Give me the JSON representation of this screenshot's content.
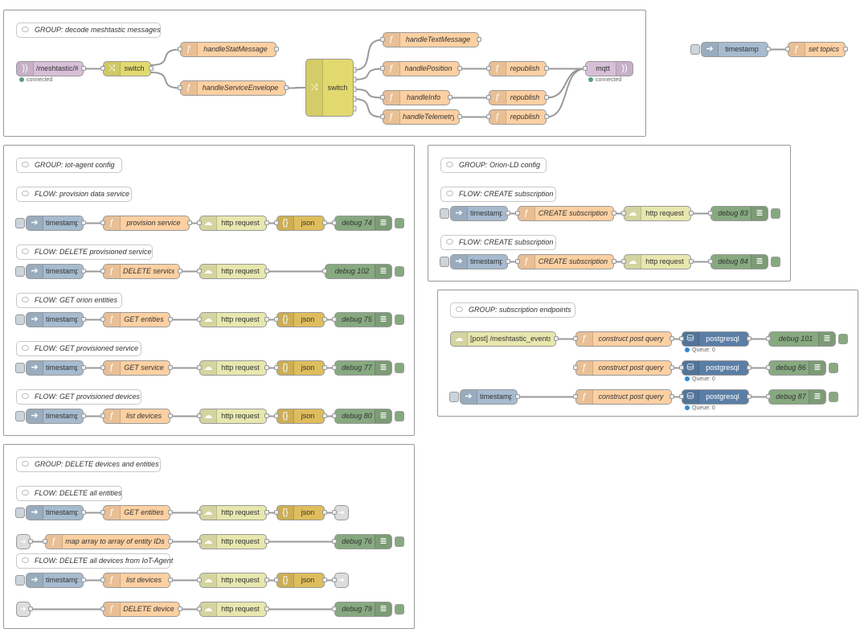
{
  "colors": {
    "function": "#fdd0a2",
    "switch": "#e2d96e",
    "inject": "#a6bbcf",
    "http": "#e7e7ae",
    "json": "#debd5c",
    "debug": "#87a980",
    "mqtt": "#d8bfd8",
    "postgres": "#5a7ea6",
    "link": "#dddddd",
    "connected": "#5a9e8a",
    "queue": "#2b8ad6"
  },
  "comments": {
    "c1": "GROUP: decode meshtastic messages",
    "c2": "GROUP: iot-agent config",
    "c3": "FLOW: provision data service",
    "c4": "FLOW: DELETE provisioned service",
    "c5": "FLOW: GET orion entities",
    "c6": "FLOW: GET provisioned service",
    "c7": "FLOW: GET provisioned devices",
    "c8": "GROUP: Orion-LD config",
    "c9": "FLOW: CREATE subscription",
    "c10": "FLOW: CREATE subscription",
    "c11": "GROUP: subscription endpoints",
    "c12": "GROUP: DELETE devices and entities",
    "c13": "FLOW: DELETE all entities",
    "c14": "FLOW: DELETE all devices from IoT-Agent"
  },
  "nodes": {
    "mqttin": "/meshtastic/#",
    "sw1": "switch",
    "hstat": "handleStatMessage",
    "hserv": "handleServiceEnvelope",
    "sw2": "switch",
    "htext": "handleTextMessage",
    "hpos": "handlePosition",
    "hinfo": "handleInfo",
    "htel": "handleTelemetry",
    "rep1": "republish",
    "rep2": "republish",
    "rep3": "republish",
    "mqttout": "mqtt",
    "ts0": "timestamp",
    "settopics": "set topics",
    "ts1": "timestamp",
    "provsvc": "provision service",
    "http1": "http request",
    "json1": "json",
    "dbg74": "debug 74",
    "ts2": "timestamp",
    "delsvc": "DELETE service",
    "http2": "http request",
    "dbg102": "debug 102",
    "ts3": "timestamp",
    "getent": "GET entities",
    "http3": "http request",
    "json3": "json",
    "dbg75": "debug 75",
    "ts4": "timestamp",
    "getsvc": "GET service",
    "http4": "http request",
    "json4": "json",
    "dbg77": "debug 77",
    "ts5": "timestamp",
    "listdev": "list devices",
    "http5": "http request",
    "json5": "json",
    "dbg80": "debug 80",
    "ts6": "timestamp",
    "createsub1": "CREATE subscription",
    "http6": "http request",
    "dbg83": "debug 83",
    "ts7": "timestamp",
    "createsub2": "CREATE subscription",
    "http7": "http request",
    "dbg84": "debug 84",
    "httpin": "[post] /meshtastic_events",
    "cpq1": "construct post query",
    "pg1": "postgresql",
    "dbg101": "debug 101",
    "cpq2": "construct post query",
    "pg2": "postgresql",
    "dbg86": "debug 86",
    "ts8": "timestamp",
    "cpq3": "construct post query",
    "pg3": "postgresql",
    "dbg87": "debug 87",
    "ts9": "timestamp",
    "getent2": "GET entities",
    "http9": "http request",
    "json9": "json",
    "maparr": "map array to array of entity IDs",
    "http10": "http request",
    "dbg76": "debug 76",
    "ts11": "timestamp",
    "listdev2": "list devices",
    "http11": "http request",
    "json11": "json",
    "deldev": "DELETE device",
    "http12": "http request",
    "dbg79": "debug 79"
  },
  "status": {
    "connected_in": "connected",
    "connected_out": "connected",
    "queue1": "Queue: 0",
    "queue2": "Queue: 0",
    "queue3": "Queue: 0"
  }
}
